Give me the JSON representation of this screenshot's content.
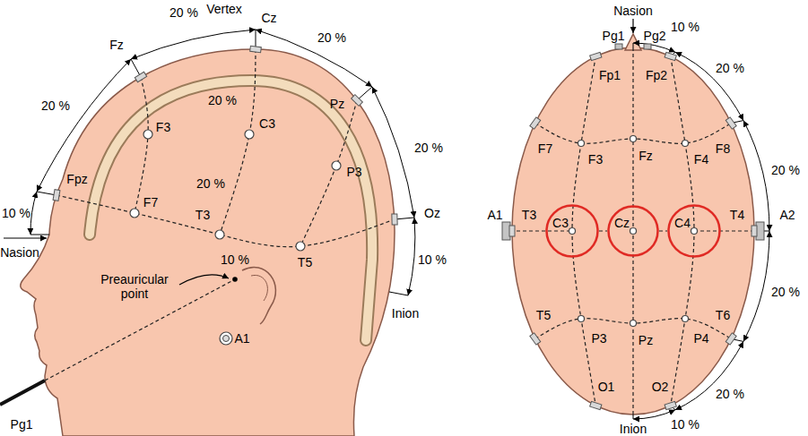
{
  "diagram": {
    "nodes": [
      {
        "text": [
          "C3"
        ]
      },
      {
        "text": [
          "Cz"
        ]
      },
      {
        "text": [
          "C4"
        ]
      }
    ],
    "edges": [
      {
        "from": 0,
        "to": 1,
        "arrow": "none"
      },
      {
        "from": 1,
        "to": 2,
        "arrow": "none"
      }
    ],
    "labels": [
      "20 %",
      "Vertex",
      "Cz",
      "20 %",
      "Fz",
      "20 %",
      "20 %",
      "F3",
      "C3",
      "20 %",
      "Pz",
      "P3",
      "20 %",
      "Fpz",
      "F7",
      "T3",
      "T5",
      "Oz",
      "10 %",
      "Nasion",
      "10 %",
      "Preauricular point",
      "A1",
      "10 %",
      "Inion",
      "Pg1",
      "Nasion",
      "Pg1",
      "Pg2",
      "10 %",
      "Fp1",
      "Fp2",
      "20 %",
      "F7",
      "F3",
      "Fz",
      "F4",
      "F8",
      "20 %",
      "A1",
      "T3",
      "T4",
      "A2",
      "20 %",
      "T5",
      "P3",
      "Pz",
      "P4",
      "T6",
      "20 %",
      "O1",
      "O2",
      "10 %",
      "Inion"
    ]
  }
}
